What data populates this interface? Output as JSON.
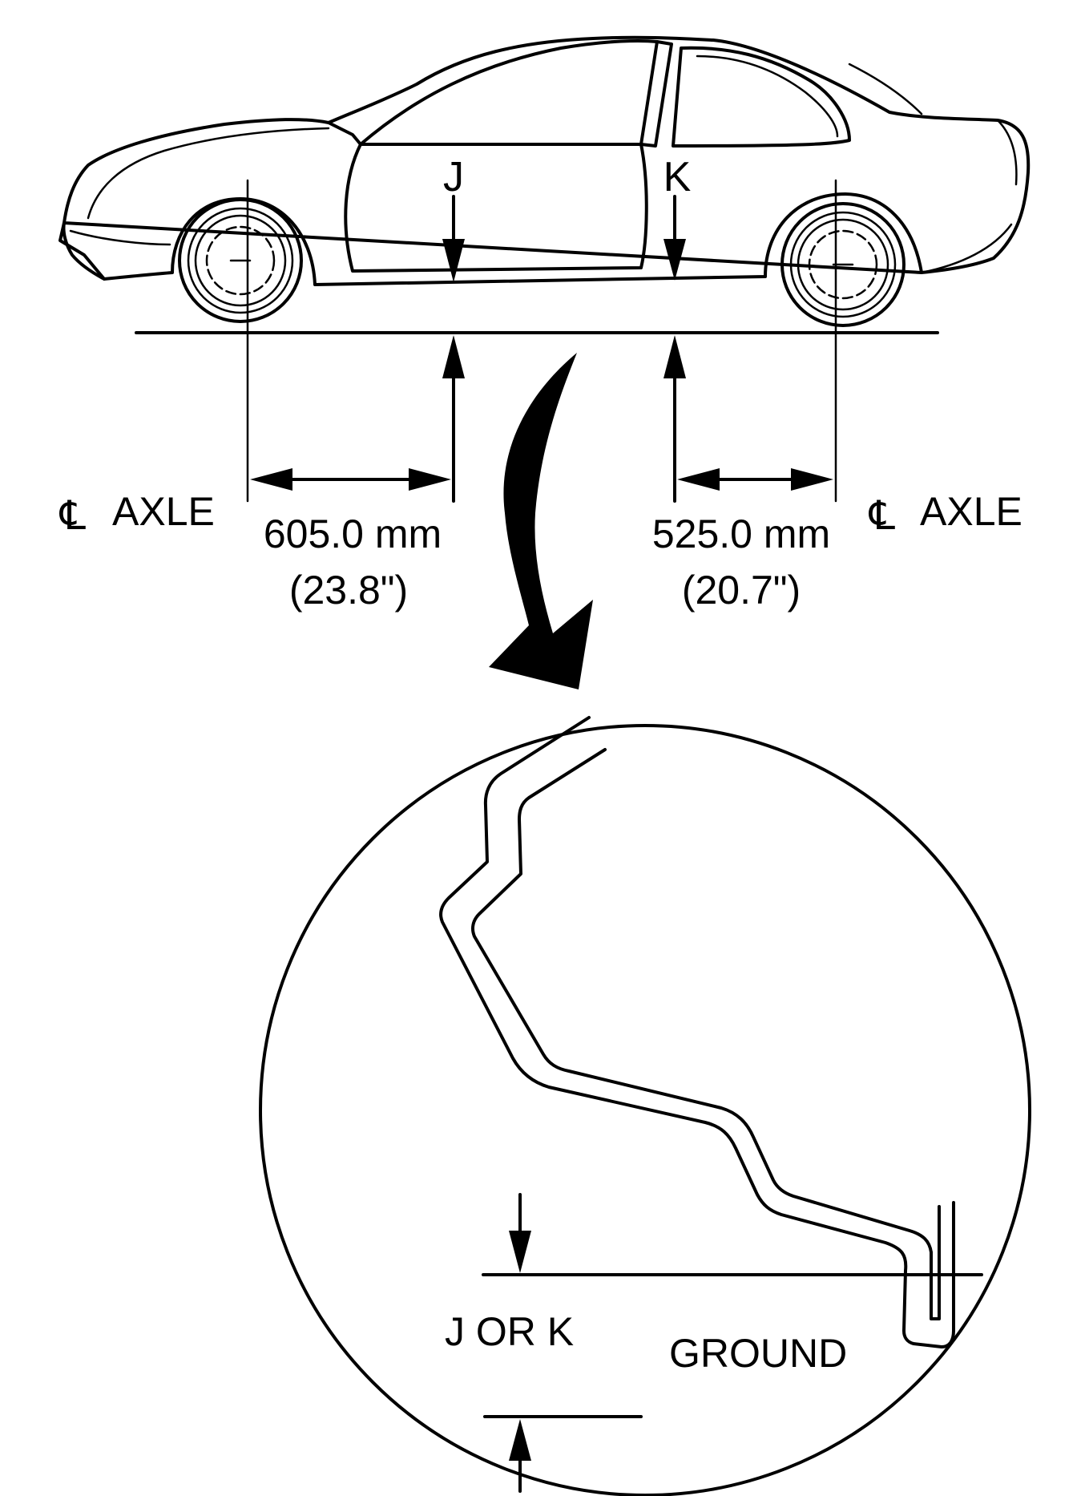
{
  "labels": {
    "point_j": "J",
    "point_k": "K",
    "axle_left_symbol": "℄",
    "axle_left": "AXLE",
    "axle_right_symbol": "℄",
    "axle_right": "AXLE",
    "front_mm": "605.0 mm",
    "front_in": "(23.8\")",
    "rear_mm": "525.0 mm",
    "rear_in": "(20.7\")",
    "detail_measure": "J OR K",
    "detail_ground": "GROUND"
  },
  "colors": {
    "ink": "#000000",
    "background": "#ffffff"
  }
}
